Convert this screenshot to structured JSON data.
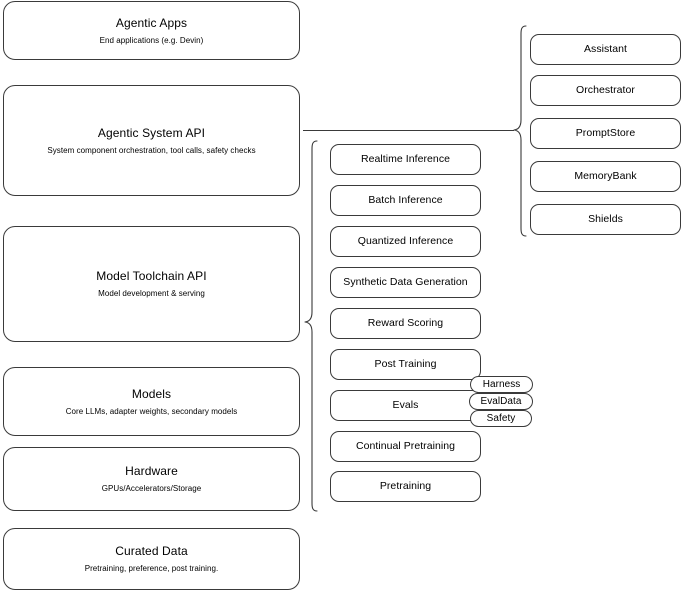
{
  "diagram": {
    "title": "AI stack layers and capabilities",
    "colors": {
      "stroke": "#3a3a3a",
      "background": "#ffffff",
      "text": "#000000"
    },
    "stack_layers": [
      {
        "title": "Agentic Apps",
        "subtitle": "End applications (e.g. Devin)"
      },
      {
        "title": "Agentic System API",
        "subtitle": "System component orchestration, tool calls, safety checks"
      },
      {
        "title": "Model Toolchain API",
        "subtitle": "Model development & serving"
      },
      {
        "title": "Models",
        "subtitle": "Core LLMs, adapter weights, secondary models"
      },
      {
        "title": "Hardware",
        "subtitle": "GPUs/Accelerators/Storage"
      },
      {
        "title": "Curated Data",
        "subtitle": "Pretraining, preference, post training."
      }
    ],
    "toolchain_capabilities": [
      "Realtime Inference",
      "Batch Inference",
      "Quantized Inference",
      "Synthetic Data Generation",
      "Reward Scoring",
      "Post Training",
      "Evals",
      "Continual Pretraining",
      "Pretraining"
    ],
    "agentic_system_components": [
      "Assistant",
      "Orchestrator",
      "PromptStore",
      "MemoryBank",
      "Shields"
    ],
    "eval_badges": [
      "Harness",
      "EvalData",
      "Safety"
    ]
  }
}
